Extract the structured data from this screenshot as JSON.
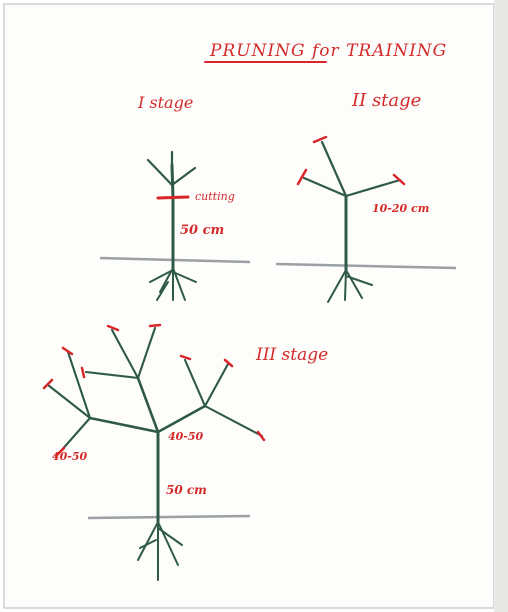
{
  "title": "PRUNING for TRAINING",
  "stages": {
    "stage1": {
      "label": "I stage",
      "annotation_cut": "cutting",
      "annotation_height": "50 cm"
    },
    "stage2": {
      "label": "II stage",
      "annotation_height": "10-20 cm"
    },
    "stage3": {
      "label": "III stage",
      "annotation_left": "40-50",
      "annotation_center": "40-50",
      "annotation_height": "50 cm"
    }
  },
  "colors": {
    "ink_red": "#d42a2a",
    "ink_green": "#2f5a47",
    "ground": "#9aa0a3",
    "paper": "#fafaf7"
  }
}
